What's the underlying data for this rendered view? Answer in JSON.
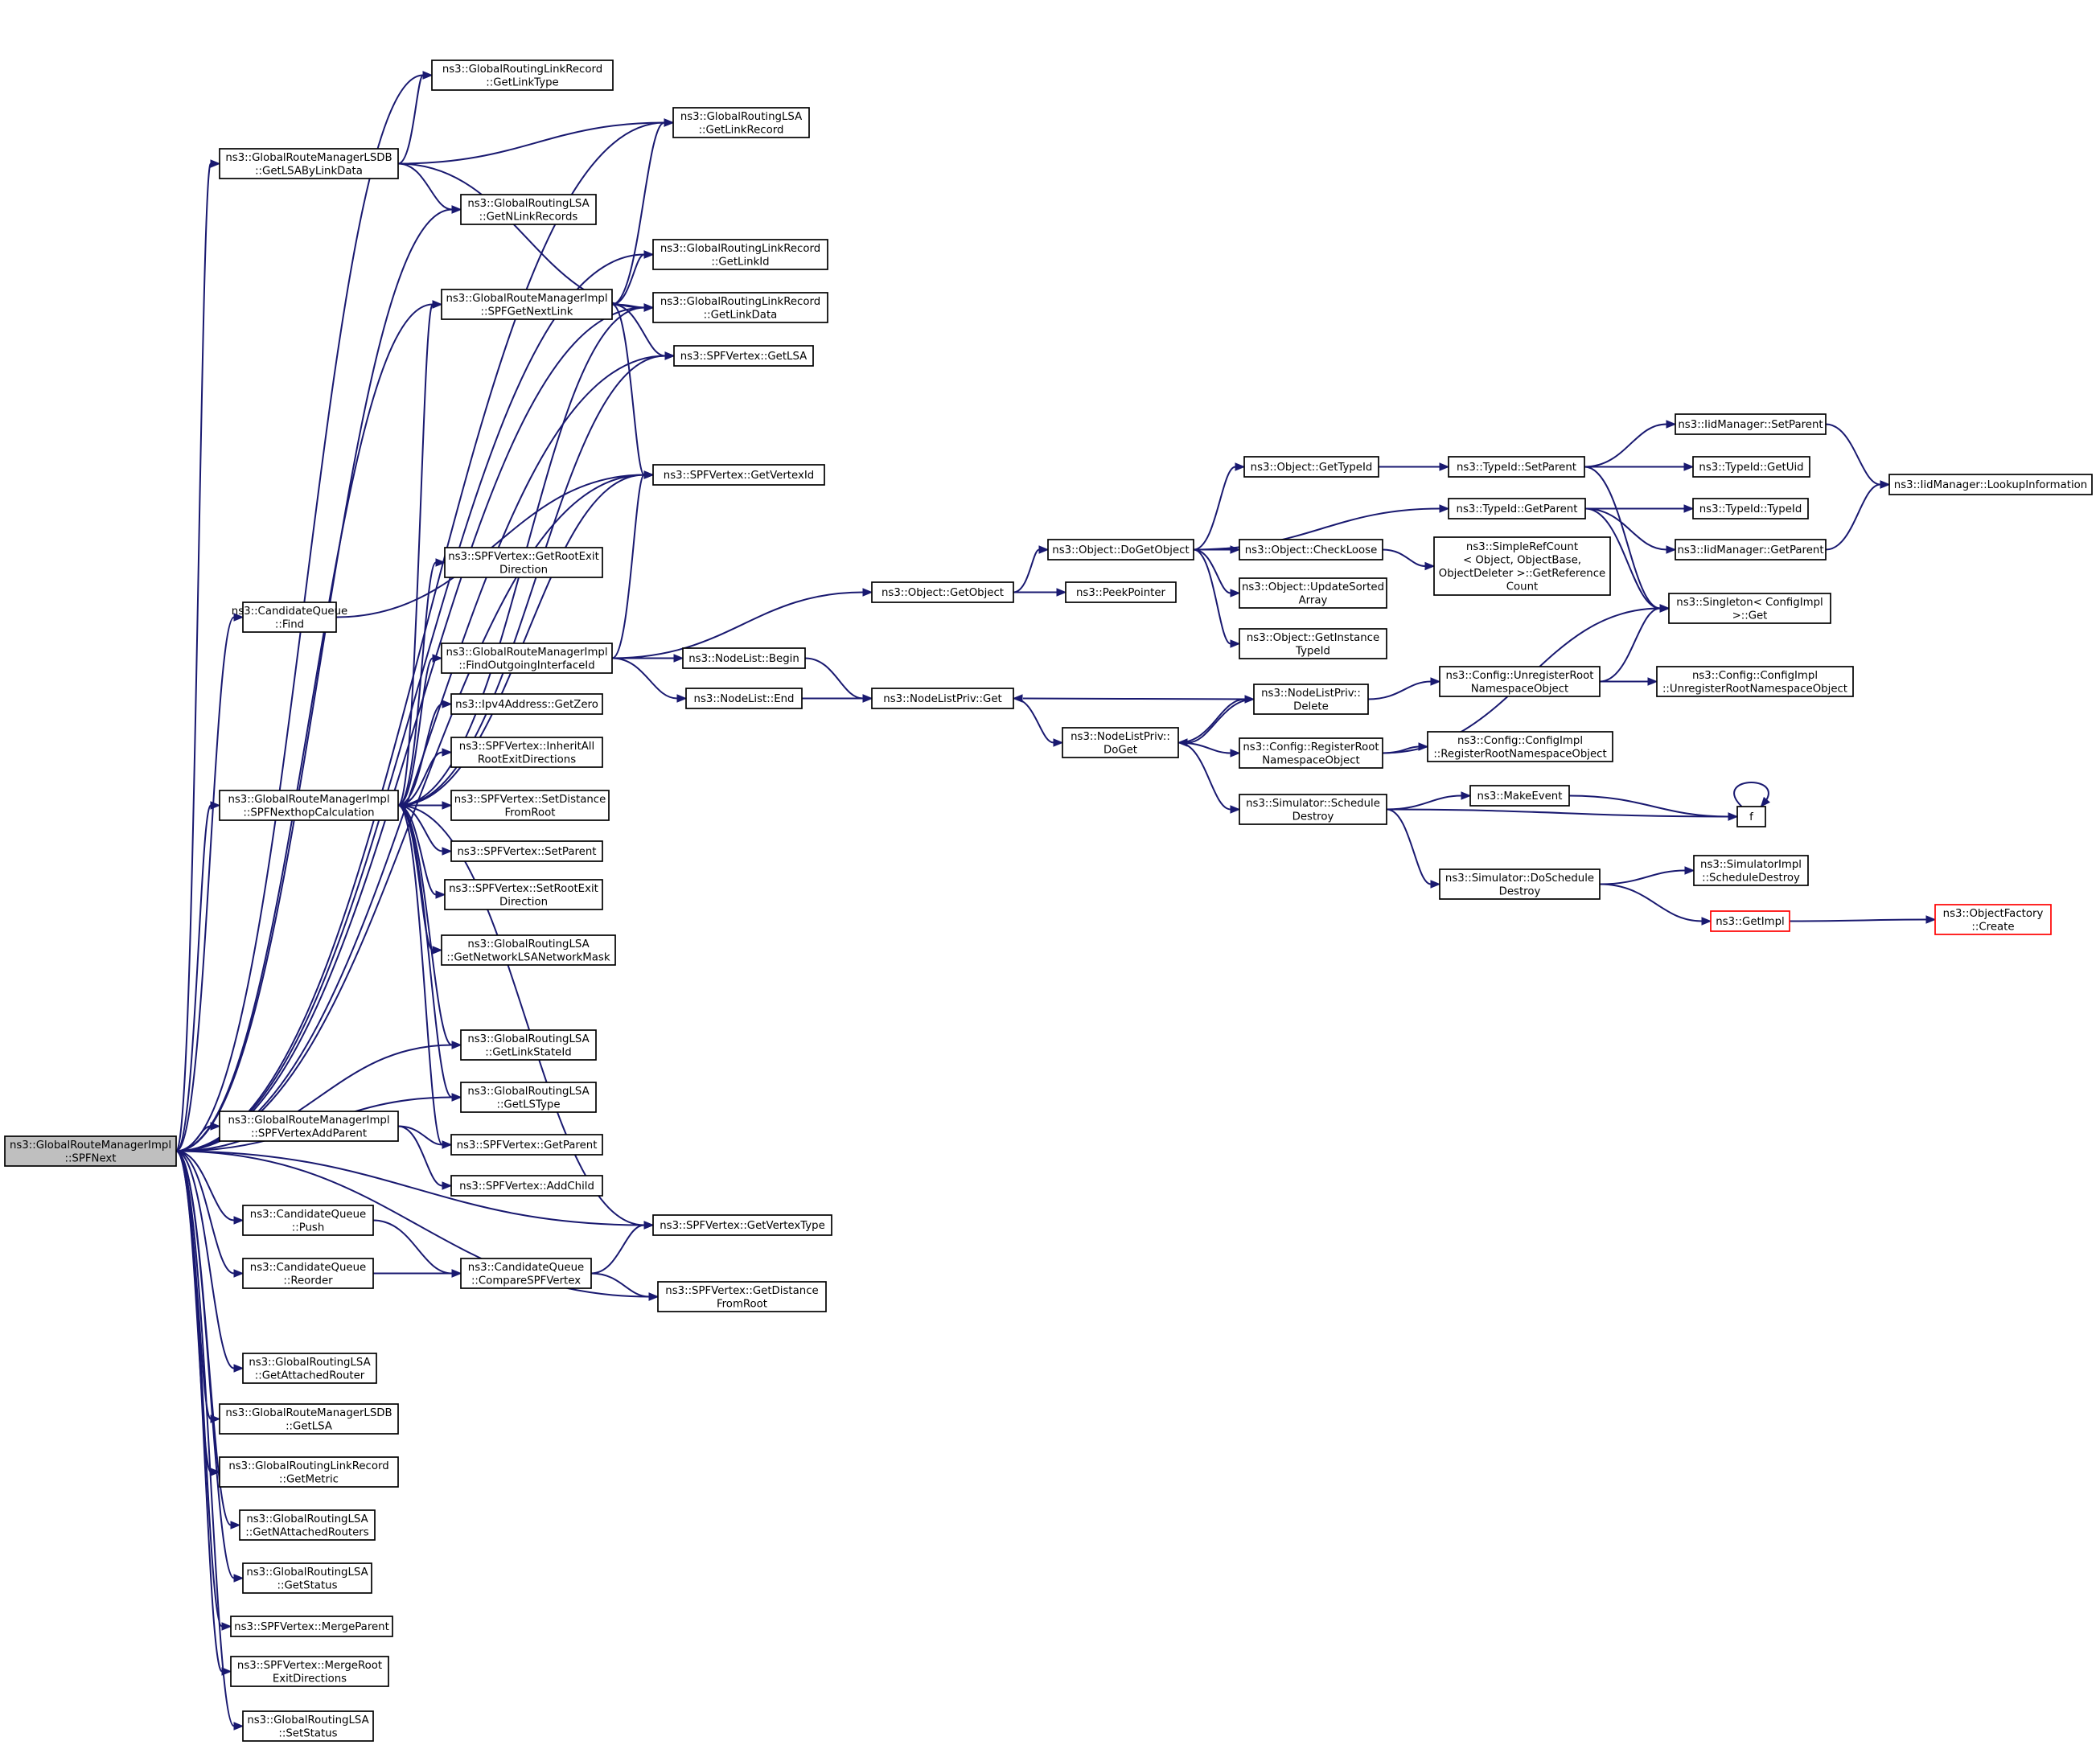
{
  "colors": {
    "edge": "#191970",
    "root_fill": "#bfbfbf",
    "node_border": "#000000",
    "truncated_border": "#ff0000"
  },
  "nodes": [
    {
      "id": "root",
      "lines": [
        "ns3::GlobalRouteManagerImpl",
        "::SPFNext"
      ],
      "root": true
    },
    {
      "id": "lsdb_getlsabylinkdata",
      "lines": [
        "ns3::GlobalRouteManagerLSDB",
        "::GetLSAByLinkData"
      ]
    },
    {
      "id": "lr_getlinktype",
      "lines": [
        "ns3::GlobalRoutingLinkRecord",
        "::GetLinkType"
      ]
    },
    {
      "id": "lsa_getlinkrecord",
      "lines": [
        "ns3::GlobalRoutingLSA",
        "::GetLinkRecord"
      ]
    },
    {
      "id": "lsa_getnlinkrecords",
      "lines": [
        "ns3::GlobalRoutingLSA",
        "::GetNLinkRecords"
      ]
    },
    {
      "id": "lr_getlinkid",
      "lines": [
        "ns3::GlobalRoutingLinkRecord",
        "::GetLinkId"
      ]
    },
    {
      "id": "gri_spfgetnextlink",
      "lines": [
        "ns3::GlobalRouteManagerImpl",
        "::SPFGetNextLink"
      ]
    },
    {
      "id": "lr_getlinkdata",
      "lines": [
        "ns3::GlobalRoutingLinkRecord",
        "::GetLinkData"
      ]
    },
    {
      "id": "v_getlsa",
      "lines": [
        "ns3::SPFVertex::GetLSA"
      ]
    },
    {
      "id": "v_getvertexid",
      "lines": [
        "ns3::SPFVertex::GetVertexId"
      ]
    },
    {
      "id": "cq_find",
      "lines": [
        "ns3::CandidateQueue",
        "::Find"
      ]
    },
    {
      "id": "v_getrootexitdirection",
      "lines": [
        "ns3::SPFVertex::GetRootExit",
        "Direction"
      ]
    },
    {
      "id": "gri_findoutgoing",
      "lines": [
        "ns3::GlobalRouteManagerImpl",
        "::FindOutgoingInterfaceId"
      ]
    },
    {
      "id": "ipv4_getzero",
      "lines": [
        "ns3::Ipv4Address::GetZero"
      ]
    },
    {
      "id": "v_inheritall",
      "lines": [
        "ns3::SPFVertex::InheritAll",
        "RootExitDirections"
      ]
    },
    {
      "id": "gri_spfnexthop",
      "lines": [
        "ns3::GlobalRouteManagerImpl",
        "::SPFNexthopCalculation"
      ]
    },
    {
      "id": "v_setdistancefromroot",
      "lines": [
        "ns3::SPFVertex::SetDistance",
        "FromRoot"
      ]
    },
    {
      "id": "v_setparent",
      "lines": [
        "ns3::SPFVertex::SetParent"
      ]
    },
    {
      "id": "v_setrootexitdirection",
      "lines": [
        "ns3::SPFVertex::SetRootExit",
        "Direction"
      ]
    },
    {
      "id": "lsa_getnetworkmask",
      "lines": [
        "ns3::GlobalRoutingLSA",
        "::GetNetworkLSANetworkMask"
      ]
    },
    {
      "id": "lsa_getlinkstateid",
      "lines": [
        "ns3::GlobalRoutingLSA",
        "::GetLinkStateId"
      ]
    },
    {
      "id": "lsa_getlstype",
      "lines": [
        "ns3::GlobalRoutingLSA",
        "::GetLSType"
      ]
    },
    {
      "id": "gri_spfvertexaddparent",
      "lines": [
        "ns3::GlobalRouteManagerImpl",
        "::SPFVertexAddParent"
      ]
    },
    {
      "id": "v_getparent",
      "lines": [
        "ns3::SPFVertex::GetParent"
      ]
    },
    {
      "id": "v_addchild",
      "lines": [
        "ns3::SPFVertex::AddChild"
      ]
    },
    {
      "id": "cq_push",
      "lines": [
        "ns3::CandidateQueue",
        "::Push"
      ]
    },
    {
      "id": "v_getvertextype",
      "lines": [
        "ns3::SPFVertex::GetVertexType"
      ]
    },
    {
      "id": "cq_reorder",
      "lines": [
        "ns3::CandidateQueue",
        "::Reorder"
      ]
    },
    {
      "id": "cq_compare",
      "lines": [
        "ns3::CandidateQueue",
        "::CompareSPFVertex"
      ]
    },
    {
      "id": "v_getdistancefromroot",
      "lines": [
        "ns3::SPFVertex::GetDistance",
        "FromRoot"
      ]
    },
    {
      "id": "lsa_getattachedrouter",
      "lines": [
        "ns3::GlobalRoutingLSA",
        "::GetAttachedRouter"
      ]
    },
    {
      "id": "lsdb_getlsa",
      "lines": [
        "ns3::GlobalRouteManagerLSDB",
        "::GetLSA"
      ]
    },
    {
      "id": "lr_getmetric",
      "lines": [
        "ns3::GlobalRoutingLinkRecord",
        "::GetMetric"
      ]
    },
    {
      "id": "lsa_getnattachedrouters",
      "lines": [
        "ns3::GlobalRoutingLSA",
        "::GetNAttachedRouters"
      ]
    },
    {
      "id": "lsa_getstatus",
      "lines": [
        "ns3::GlobalRoutingLSA",
        "::GetStatus"
      ]
    },
    {
      "id": "v_mergeparent",
      "lines": [
        "ns3::SPFVertex::MergeParent"
      ]
    },
    {
      "id": "v_mergerootexit",
      "lines": [
        "ns3::SPFVertex::MergeRoot",
        "ExitDirections"
      ]
    },
    {
      "id": "lsa_setstatus",
      "lines": [
        "ns3::GlobalRoutingLSA",
        "::SetStatus"
      ]
    },
    {
      "id": "obj_getobject",
      "lines": [
        "ns3::Object::GetObject"
      ]
    },
    {
      "id": "nl_begin",
      "lines": [
        "ns3::NodeList::Begin"
      ]
    },
    {
      "id": "nl_end",
      "lines": [
        "ns3::NodeList::End"
      ]
    },
    {
      "id": "nlp_get",
      "lines": [
        "ns3::NodeListPriv::Get"
      ]
    },
    {
      "id": "obj_dogetobject",
      "lines": [
        "ns3::Object::DoGetObject"
      ]
    },
    {
      "id": "peekpointer",
      "lines": [
        "ns3::PeekPointer"
      ]
    },
    {
      "id": "obj_gettypeid",
      "lines": [
        "ns3::Object::GetTypeId"
      ]
    },
    {
      "id": "obj_checkloose",
      "lines": [
        "ns3::Object::CheckLoose"
      ]
    },
    {
      "id": "obj_updatesorted",
      "lines": [
        "ns3::Object::UpdateSorted",
        "Array"
      ]
    },
    {
      "id": "obj_getinstancetypeid",
      "lines": [
        "ns3::Object::GetInstance",
        "TypeId"
      ]
    },
    {
      "id": "nlp_doget",
      "lines": [
        "ns3::NodeListPriv::",
        "DoGet"
      ]
    },
    {
      "id": "nlp_delete",
      "lines": [
        "ns3::NodeListPriv::",
        "Delete"
      ]
    },
    {
      "id": "cfg_registerroot",
      "lines": [
        "ns3::Config::RegisterRoot",
        "NamespaceObject"
      ]
    },
    {
      "id": "sim_scheduledestroy",
      "lines": [
        "ns3::Simulator::Schedule",
        "Destroy"
      ]
    },
    {
      "id": "typeid_setparent",
      "lines": [
        "ns3::TypeId::SetParent"
      ]
    },
    {
      "id": "typeid_getparent",
      "lines": [
        "ns3::TypeId::GetParent"
      ]
    },
    {
      "id": "simplerefcount",
      "lines": [
        "ns3::SimpleRefCount",
        "< Object, ObjectBase,",
        "ObjectDeleter >::GetReference",
        "Count"
      ]
    },
    {
      "id": "cfg_unregisterroot",
      "lines": [
        "ns3::Config::UnregisterRoot",
        "NamespaceObject"
      ]
    },
    {
      "id": "cfgimpl_registerroot",
      "lines": [
        "ns3::Config::ConfigImpl",
        "::RegisterRootNamespaceObject"
      ]
    },
    {
      "id": "makeevent",
      "lines": [
        "ns3::MakeEvent"
      ]
    },
    {
      "id": "sim_doscheduledestroy",
      "lines": [
        "ns3::Simulator::DoSchedule",
        "Destroy"
      ]
    },
    {
      "id": "iid_setparent",
      "lines": [
        "ns3::IidManager::SetParent"
      ]
    },
    {
      "id": "typeid_getuid",
      "lines": [
        "ns3::TypeId::GetUid"
      ]
    },
    {
      "id": "typeid_typeid",
      "lines": [
        "ns3::TypeId::TypeId"
      ]
    },
    {
      "id": "iid_getparent",
      "lines": [
        "ns3::IidManager::GetParent"
      ]
    },
    {
      "id": "singleton_get",
      "lines": [
        "ns3::Singleton< ConfigImpl",
        ">::Get"
      ]
    },
    {
      "id": "cfgimpl_unregisterroot",
      "lines": [
        "ns3::Config::ConfigImpl",
        "::UnregisterRootNamespaceObject"
      ]
    },
    {
      "id": "f",
      "lines": [
        "f"
      ]
    },
    {
      "id": "simimpl_scheduledestroy",
      "lines": [
        "ns3::SimulatorImpl",
        "::ScheduleDestroy"
      ]
    },
    {
      "id": "getimpl",
      "lines": [
        "ns3::GetImpl"
      ],
      "truncated": true
    },
    {
      "id": "iid_lookupinformation",
      "lines": [
        "ns3::IidManager::LookupInformation"
      ]
    },
    {
      "id": "objectfactory_create",
      "lines": [
        "ns3::ObjectFactory",
        "::Create"
      ],
      "truncated": true
    }
  ],
  "edges": [
    [
      "root",
      "lsdb_getlsabylinkdata"
    ],
    [
      "root",
      "lr_getlinktype"
    ],
    [
      "root",
      "lsa_getlinkrecord"
    ],
    [
      "root",
      "lsa_getnlinkrecords"
    ],
    [
      "root",
      "lr_getlinkid"
    ],
    [
      "root",
      "gri_spfgetnextlink"
    ],
    [
      "root",
      "lr_getlinkdata"
    ],
    [
      "root",
      "v_getlsa"
    ],
    [
      "root",
      "v_getvertexid"
    ],
    [
      "root",
      "cq_find"
    ],
    [
      "root",
      "gri_spfnexthop"
    ],
    [
      "root",
      "lsa_getlinkstateid"
    ],
    [
      "root",
      "lsa_getlstype"
    ],
    [
      "root",
      "gri_spfvertexaddparent"
    ],
    [
      "root",
      "v_getvertextype"
    ],
    [
      "root",
      "cq_push"
    ],
    [
      "root",
      "cq_reorder"
    ],
    [
      "root",
      "v_getdistancefromroot"
    ],
    [
      "root",
      "lsa_getattachedrouter"
    ],
    [
      "root",
      "lsdb_getlsa"
    ],
    [
      "root",
      "lr_getmetric"
    ],
    [
      "root",
      "lsa_getnattachedrouters"
    ],
    [
      "root",
      "lsa_getstatus"
    ],
    [
      "root",
      "v_mergeparent"
    ],
    [
      "root",
      "v_mergerootexit"
    ],
    [
      "root",
      "lsa_setstatus"
    ],
    [
      "lsdb_getlsabylinkdata",
      "lr_getlinktype"
    ],
    [
      "lsdb_getlsabylinkdata",
      "lsa_getlinkrecord"
    ],
    [
      "lsdb_getlsabylinkdata",
      "lsa_getnlinkrecords"
    ],
    [
      "lsdb_getlsabylinkdata",
      "lr_getlinkdata"
    ],
    [
      "gri_spfgetnextlink",
      "lsa_getlinkrecord"
    ],
    [
      "gri_spfgetnextlink",
      "lr_getlinkid"
    ],
    [
      "gri_spfgetnextlink",
      "lr_getlinkdata"
    ],
    [
      "gri_spfgetnextlink",
      "v_getlsa"
    ],
    [
      "gri_spfgetnextlink",
      "v_getvertexid"
    ],
    [
      "cq_find",
      "v_getvertexid"
    ],
    [
      "gri_spfnexthop",
      "gri_spfgetnextlink"
    ],
    [
      "gri_spfnexthop",
      "lr_getlinkdata"
    ],
    [
      "gri_spfnexthop",
      "v_getlsa"
    ],
    [
      "gri_spfnexthop",
      "v_getvertexid"
    ],
    [
      "gri_spfnexthop",
      "v_getrootexitdirection"
    ],
    [
      "gri_spfnexthop",
      "gri_findoutgoing"
    ],
    [
      "gri_spfnexthop",
      "ipv4_getzero"
    ],
    [
      "gri_spfnexthop",
      "v_inheritall"
    ],
    [
      "gri_spfnexthop",
      "v_setdistancefromroot"
    ],
    [
      "gri_spfnexthop",
      "v_setparent"
    ],
    [
      "gri_spfnexthop",
      "v_setrootexitdirection"
    ],
    [
      "gri_spfnexthop",
      "lsa_getnetworkmask"
    ],
    [
      "gri_spfnexthop",
      "lsa_getlinkstateid"
    ],
    [
      "gri_spfnexthop",
      "lsa_getlstype"
    ],
    [
      "gri_spfnexthop",
      "v_getparent"
    ],
    [
      "gri_spfnexthop",
      "v_getvertextype"
    ],
    [
      "gri_findoutgoing",
      "v_getvertexid"
    ],
    [
      "gri_findoutgoing",
      "obj_getobject"
    ],
    [
      "gri_findoutgoing",
      "nl_begin"
    ],
    [
      "gri_findoutgoing",
      "nl_end"
    ],
    [
      "gri_spfvertexaddparent",
      "v_getparent"
    ],
    [
      "gri_spfvertexaddparent",
      "v_addchild"
    ],
    [
      "cq_push",
      "cq_compare"
    ],
    [
      "cq_reorder",
      "cq_compare"
    ],
    [
      "cq_compare",
      "v_getvertextype"
    ],
    [
      "cq_compare",
      "v_getdistancefromroot"
    ],
    [
      "obj_getobject",
      "obj_dogetobject"
    ],
    [
      "obj_getobject",
      "peekpointer"
    ],
    [
      "nl_begin",
      "nlp_get"
    ],
    [
      "nl_end",
      "nlp_get"
    ],
    [
      "nlp_get",
      "nlp_doget"
    ],
    [
      "obj_dogetobject",
      "obj_gettypeid"
    ],
    [
      "obj_dogetobject",
      "typeid_getparent"
    ],
    [
      "obj_dogetobject",
      "obj_checkloose"
    ],
    [
      "obj_dogetobject",
      "obj_updatesorted"
    ],
    [
      "obj_dogetobject",
      "obj_getinstancetypeid"
    ],
    [
      "obj_gettypeid",
      "typeid_setparent"
    ],
    [
      "obj_checkloose",
      "simplerefcount"
    ],
    [
      "nlp_doget",
      "nlp_delete"
    ],
    [
      "nlp_doget",
      "cfg_registerroot"
    ],
    [
      "nlp_doget",
      "sim_scheduledestroy"
    ],
    [
      "nlp_delete",
      "nlp_get"
    ],
    [
      "nlp_delete",
      "nlp_doget"
    ],
    [
      "nlp_delete",
      "cfg_unregisterroot"
    ],
    [
      "cfg_registerroot",
      "singleton_get"
    ],
    [
      "cfg_registerroot",
      "cfgimpl_registerroot"
    ],
    [
      "cfg_unregisterroot",
      "singleton_get"
    ],
    [
      "cfg_unregisterroot",
      "cfgimpl_unregisterroot"
    ],
    [
      "sim_scheduledestroy",
      "makeevent"
    ],
    [
      "sim_scheduledestroy",
      "f"
    ],
    [
      "sim_scheduledestroy",
      "sim_doscheduledestroy"
    ],
    [
      "makeevent",
      "f"
    ],
    [
      "f",
      "f"
    ],
    [
      "sim_doscheduledestroy",
      "simimpl_scheduledestroy"
    ],
    [
      "sim_doscheduledestroy",
      "getimpl"
    ],
    [
      "getimpl",
      "objectfactory_create"
    ],
    [
      "typeid_setparent",
      "iid_setparent"
    ],
    [
      "typeid_setparent",
      "typeid_getuid"
    ],
    [
      "typeid_setparent",
      "singleton_get"
    ],
    [
      "typeid_getparent",
      "typeid_typeid"
    ],
    [
      "typeid_getparent",
      "iid_getparent"
    ],
    [
      "typeid_getparent",
      "singleton_get"
    ],
    [
      "iid_setparent",
      "iid_lookupinformation"
    ],
    [
      "iid_getparent",
      "iid_lookupinformation"
    ]
  ]
}
